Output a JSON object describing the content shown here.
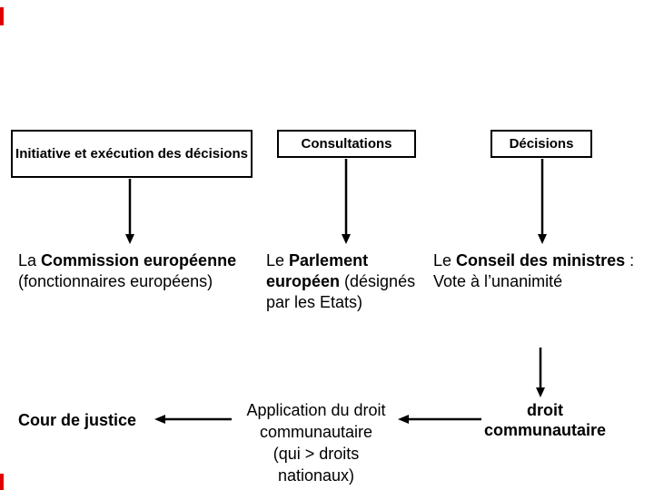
{
  "decor": {
    "red_mark_color": "#e00000"
  },
  "headers": {
    "initiative": "Initiative et exécution des décisions",
    "consultations": "Consultations",
    "decisions": "Décisions"
  },
  "actors": {
    "commission": {
      "prefix": "La ",
      "bold": "Commission européenne",
      "detail": "(fonctionnaires européens)"
    },
    "parlement": {
      "prefix": "Le ",
      "bold_line1": "Parlement",
      "bold_line2": "européen",
      "detail_line2": " (désignés",
      "line3": "par les Etats)"
    },
    "conseil": {
      "prefix": "Le ",
      "bold": "Conseil des ministres",
      "suffix": " :",
      "line2": "Vote à l’unanimité"
    }
  },
  "outputs": {
    "droit": {
      "line1": "droit",
      "line2": "communautaire"
    },
    "application": {
      "line1": "Application du droit",
      "line2": "communautaire",
      "line3": "(qui > droits",
      "line4": "nationaux)"
    },
    "cour": "Cour de justice"
  }
}
